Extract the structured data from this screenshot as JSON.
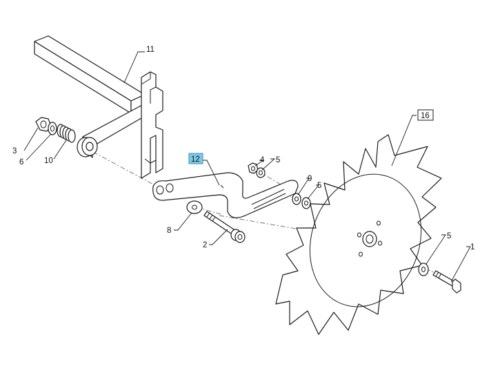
{
  "callouts": {
    "c1": "1",
    "c2": "2",
    "c3": "3",
    "c4": "4",
    "c5a": "5",
    "c5b": "5",
    "c5c": "5",
    "c6": "6",
    "c8": "8",
    "c9": "9",
    "c10": "10",
    "c11": "11",
    "c12": "12",
    "c16": "16"
  },
  "colors": {
    "highlight": "#7ec8e6",
    "line": "#1a1a1a",
    "background": "#ffffff"
  }
}
